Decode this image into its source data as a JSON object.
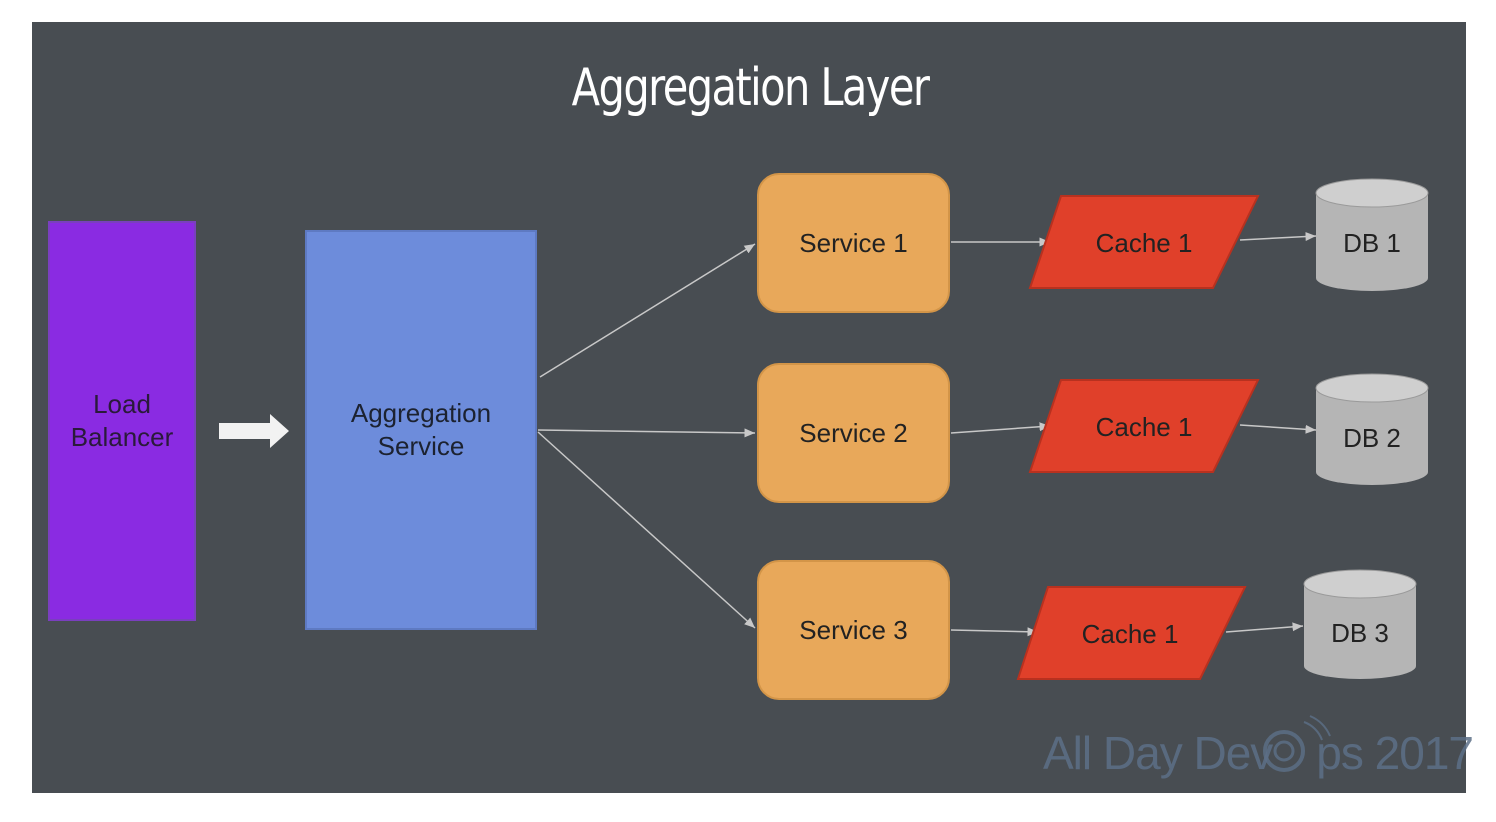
{
  "title": "Aggregation Layer",
  "load_balancer": {
    "line1": "Load",
    "line2": "Balancer"
  },
  "aggregation_service": {
    "line1": "Aggregation",
    "line2": "Service"
  },
  "services": [
    "Service 1",
    "Service 2",
    "Service 3"
  ],
  "caches": [
    "Cache 1",
    "Cache 1",
    "Cache 1"
  ],
  "databases": [
    "DB 1",
    "DB 2",
    "DB 3"
  ],
  "watermark": {
    "text_before": "All Day Dev",
    "text_after": "ps 2017"
  },
  "colors": {
    "background": "#484d52",
    "load_balancer": "#8a2be2",
    "aggregation_service": "#6d8cdb",
    "service": "#e8a85a",
    "cache": "#e0402a",
    "database": "#b5b5b5",
    "connector": "#c8c8c8"
  }
}
